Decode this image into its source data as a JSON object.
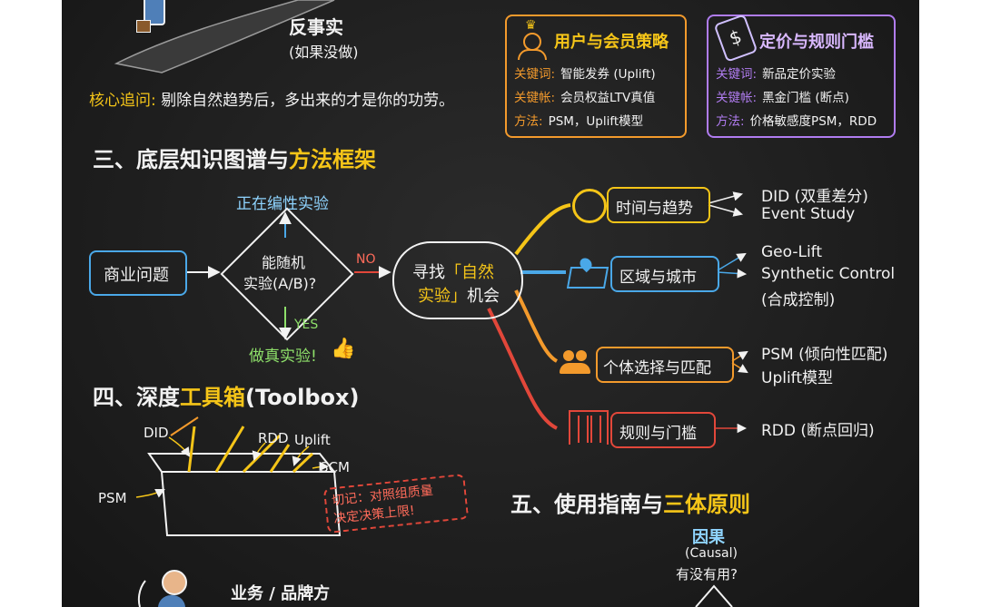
{
  "colors": {
    "board": "#1c1c1c",
    "chalk_white": "#f2f2f2",
    "yellow": "#f5c518",
    "blue": "#4aa8e8",
    "cyan": "#8fd4ff",
    "green": "#8ee06a",
    "orange": "#f39a2c",
    "purple": "#b07cf0",
    "red": "#e2473a"
  },
  "counterfactual": {
    "title": "反事实",
    "subtitle": "(如果没做)",
    "core_label": "核心追问:",
    "core_text": "剔除自然趋势后，多出来的才是你的功劳。"
  },
  "card_user": {
    "title": "用户与会员策略",
    "rows": [
      {
        "key": "关键词:",
        "value": "智能发券 (Uplift)"
      },
      {
        "key": "关键帐:",
        "value": "会员权益LTV真值"
      },
      {
        "key": "方法:",
        "value": "PSM，Uplift模型"
      }
    ]
  },
  "card_price": {
    "title": "定价与规则门槛",
    "rows": [
      {
        "key": "关键词:",
        "value": "新品定价实验"
      },
      {
        "key": "关键帐:",
        "value": "黑金门槛 (断点)"
      },
      {
        "key": "方法:",
        "value": "价格敏感度PSM，RDD"
      }
    ]
  },
  "section3": {
    "prefix": "三、底层知识图谱与",
    "highlight": "方法框架"
  },
  "flow": {
    "business_question": "商业问题",
    "decision_line1": "能随机",
    "decision_line2": "实验(A/B)?",
    "running_label": "正在编性实验",
    "yes_label": "YES",
    "do_real": "做真实验!",
    "no_label": "NO",
    "cloud_part1": "寻找",
    "cloud_highlight": "「自然",
    "cloud_part2": "实验」",
    "cloud_part3": "机会"
  },
  "branches": [
    {
      "label": "时间与趋势",
      "icon": "alarm-clock-icon",
      "methods": [
        "DID (双重差分)",
        "Event Study"
      ]
    },
    {
      "label": "区域与城市",
      "icon": "map-pin-icon",
      "methods": [
        "Geo-Lift",
        "Synthetic Control",
        "(合成控制)"
      ]
    },
    {
      "label": "个体选择与匹配",
      "icon": "people-icon",
      "methods": [
        "PSM (倾向性匹配)",
        "Uplift模型"
      ]
    },
    {
      "label": "规则与门槛",
      "icon": "gate-icon",
      "methods": [
        "RDD (断点回归)"
      ]
    }
  ],
  "section4": {
    "prefix": "四、深度",
    "highlight": "工具箱",
    "suffix": "(Toolbox)"
  },
  "toolbox": {
    "tools": [
      "DID",
      "RDD",
      "Uplift",
      "SCM",
      "PSM"
    ],
    "note_line1": "切记：对照组质量",
    "note_line2": "决定决策上限!"
  },
  "section5": {
    "prefix": "五、使用指南与",
    "highlight": "三体原则"
  },
  "causal": {
    "title": "因果",
    "en": "(Causal)",
    "question": "有没有用?"
  },
  "business": {
    "label": "业务 / 品牌方"
  }
}
